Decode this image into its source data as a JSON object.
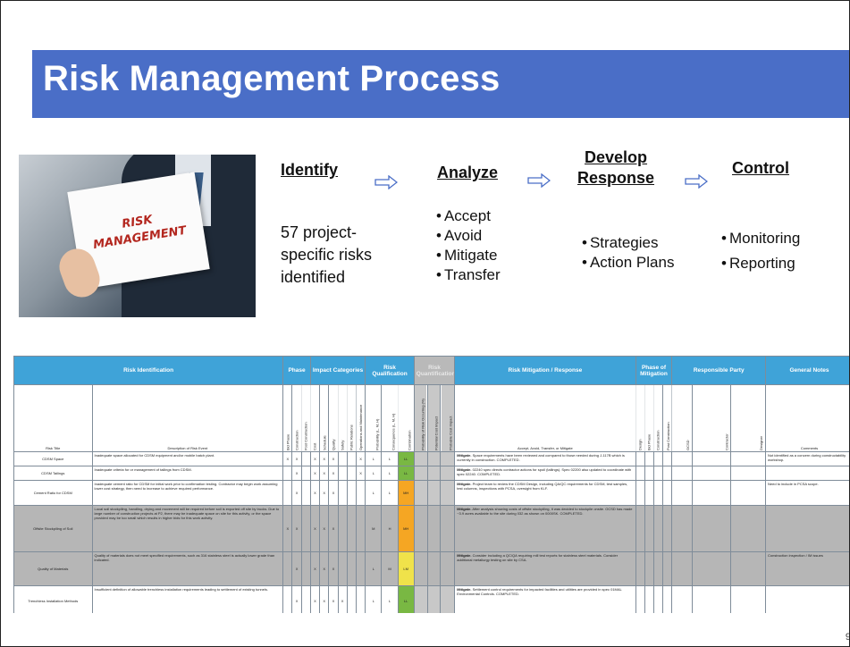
{
  "slide": {
    "title": "Risk Management Process",
    "page_number": "9"
  },
  "photo": {
    "card_line1": "RISK",
    "card_line2": "MANAGEMENT"
  },
  "steps": {
    "identify": {
      "heading": "Identify",
      "text": "57 project-specific risks identified"
    },
    "analyze": {
      "heading": "Analyze",
      "bullets": [
        "Accept",
        "Avoid",
        "Mitigate",
        "Transfer"
      ]
    },
    "develop": {
      "heading_line1": "Develop",
      "heading_line2": "Response",
      "bullets": [
        "Strategies",
        "Action Plans"
      ]
    },
    "control": {
      "heading": "Control",
      "bullets": [
        "Monitoring",
        "Reporting"
      ]
    }
  },
  "table": {
    "groups": {
      "risk_identification": "Risk Identification",
      "phase": "Phase",
      "impact_categories": "Impact Categories",
      "risk_qualification": "Risk Qualification",
      "risk_quantification": "Risk Quantification",
      "risk_mitigation": "Risk Mitigation / Response",
      "phase_of_mitigation": "Phase of Mitigation",
      "responsible_party": "Responsible Party",
      "general_notes": "General Notes"
    },
    "subheaders": {
      "risk_title": "Risk Title",
      "description": "Description of Risk Event",
      "phase_cols": [
        "Bid Phase",
        "Construction",
        "Post Construction"
      ],
      "impact_cols": [
        "Cost",
        "Schedule",
        "Quality",
        "Safety",
        "Public Relations",
        "Operations and Maintenance"
      ],
      "qual_cols": [
        "Probability (L, M, H)",
        "Consequence (L, M, H)",
        "Combination"
      ],
      "quant_cols": [
        "Probability of Risk Occurring (%)",
        "Potential Cost Impact",
        "Probable Cost Impact"
      ],
      "mitigation": "Accept, Avoid, Transfer, or Mitigate",
      "mit_phase_cols": [
        "Design",
        "Bid Phase",
        "Construction",
        "Post Construction"
      ],
      "party_cols": [
        "OCSD",
        "Contractor",
        "Designer"
      ],
      "comments": "Comments"
    },
    "rows": [
      {
        "title": "CDSM Space",
        "description": "Inadequate space allocated for CDSM equipment and/or mobile batch plant.",
        "marks": [
          "X",
          "X",
          "",
          "X",
          "X",
          "X",
          "",
          "",
          "X"
        ],
        "prob": "L",
        "cons": "L",
        "combo": "LL",
        "level": "green",
        "mitigation_label": "Mitigate.",
        "mitigation": "Space requirements have been reviewed and compared to those needed during J-117B which is currently in construction. COMPLETED.",
        "comments": "Not identified as a concern during constructability workshop.",
        "shaded": false
      },
      {
        "title": "CDSM Tailings",
        "description": "Inadequate criteria for or management of tailings from CDSM.",
        "marks": [
          "",
          "X",
          "",
          "X",
          "X",
          "X",
          "",
          "",
          "X"
        ],
        "prob": "L",
        "cons": "L",
        "combo": "LL",
        "level": "green",
        "mitigation_label": "Mitigate.",
        "mitigation": "02240 spec directs contractor actions for spoil (tailings). Spec 02200 also updated to coordinate with spec 02240. COMPLETED.",
        "comments": "",
        "shaded": false
      },
      {
        "title": "Cement Ratio for CDSM",
        "description": "Inadequate cement ratio for CDSM for initial work prior to confirmation testing. Contractor may begin work assuming lower cost strategy, then need to increase to achieve required performance.",
        "marks": [
          "",
          "X",
          "",
          "X",
          "X",
          "X",
          "",
          "",
          ""
        ],
        "prob": "L",
        "cons": "L",
        "combo": "MH",
        "level": "orange",
        "mitigation_label": "Mitigate.",
        "mitigation": "Project team to review the CDSM Design, including QA/QC requirements for CDSM, test samples, test columns, inspections with PCSA, oversight from KLF.",
        "comments": "Need to include in PCSA scope.",
        "shaded": false
      },
      {
        "title": "Offsite Stockpiling of Soil",
        "description": "Local soil stockpiling, handling, drying and movement will be required before soil is exported off site by trucks. Due to large number of construction projects at P2, there may be inadequate space on site for this activity, or the space provided may be too small which results in higher bids for this work activity.",
        "marks": [
          "X",
          "X",
          "",
          "X",
          "X",
          "X",
          "",
          "",
          ""
        ],
        "prob": "M",
        "cons": "H",
        "combo": "MH",
        "level": "orange",
        "mitigation_label": "Mitigate.",
        "mitigation": "After analysis showing costs of offsite stockpiling, it was decided to stockpile onsite. OCSD has made ~3.9 acres available to the site during 032 as shown on 0000SK. COMPLETED.",
        "comments": "",
        "shaded": true
      },
      {
        "title": "Quality of Materials",
        "description": "Quality of materials does not meet specified requirements, such as 316 stainless steel is actually lower grade than indicated.",
        "marks": [
          "",
          "X",
          "",
          "X",
          "X",
          "X",
          "",
          "",
          ""
        ],
        "prob": "L",
        "cons": "M",
        "combo": "LM",
        "level": "yellow",
        "mitigation_label": "Mitigate.",
        "mitigation": "Consider including a QC/QA requiring mill test reports for stainless steel materials. Consider additional metallurgy testing on site by CSA.",
        "comments": "Construction inspection / IM issues",
        "shaded": true
      },
      {
        "title": "Trenchless Installation Methods",
        "description": "Insufficient definition of allowable trenchless installation requirements leading to settlement of existing tunnels.",
        "marks": [
          "",
          "X",
          "",
          "X",
          "X",
          "X",
          "X",
          "",
          ""
        ],
        "prob": "L",
        "cons": "L",
        "combo": "LL",
        "level": "green",
        "mitigation_label": "Mitigate.",
        "mitigation": "Settlement control requirements for impacted facilities and utilities are provided in spec 01MAL Environmental Controls. COMPLETED.",
        "comments": "",
        "shaded": false
      }
    ]
  }
}
